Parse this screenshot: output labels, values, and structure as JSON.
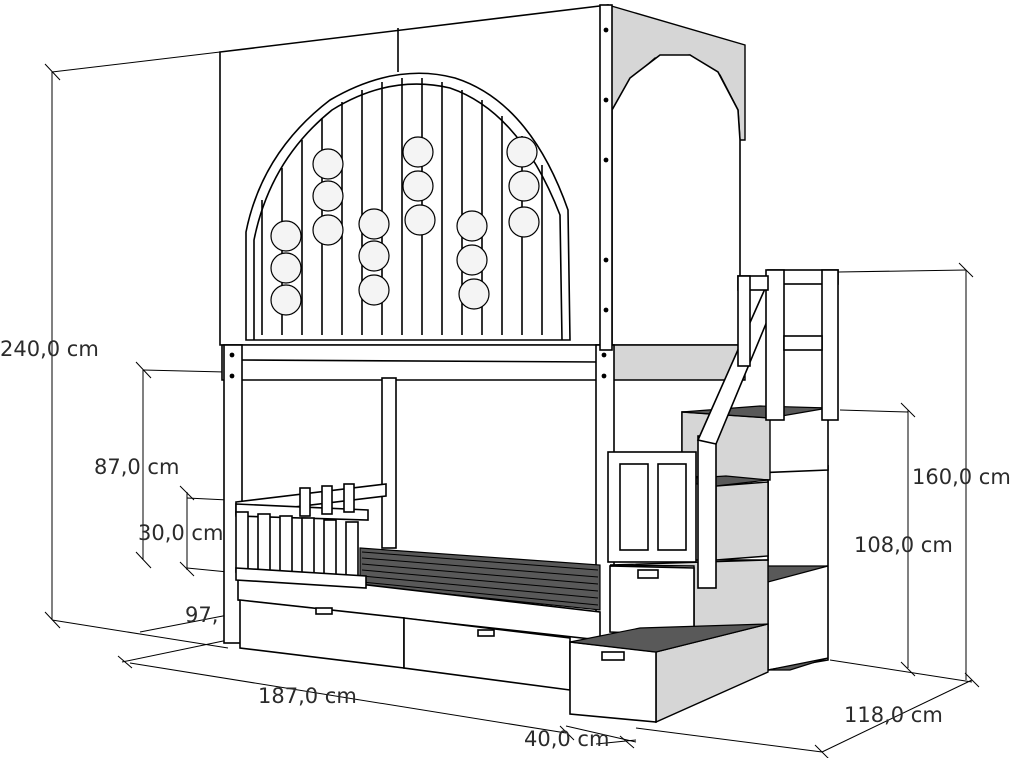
{
  "dimensions": {
    "height_total": "240,0 cm",
    "rail_height": "87,0 cm",
    "guard_height": "30,0 cm",
    "width_partial": "97,",
    "length": "187,0 cm",
    "step_depth": "40,0 cm",
    "ladder_height": "160,0 cm",
    "upper_step_height": "108,0 cm",
    "total_depth": "118,0 cm"
  },
  "colors": {
    "line": "#000000",
    "panel": "#ffffff",
    "shade": "#d6d6d6",
    "dark": "#595959"
  }
}
